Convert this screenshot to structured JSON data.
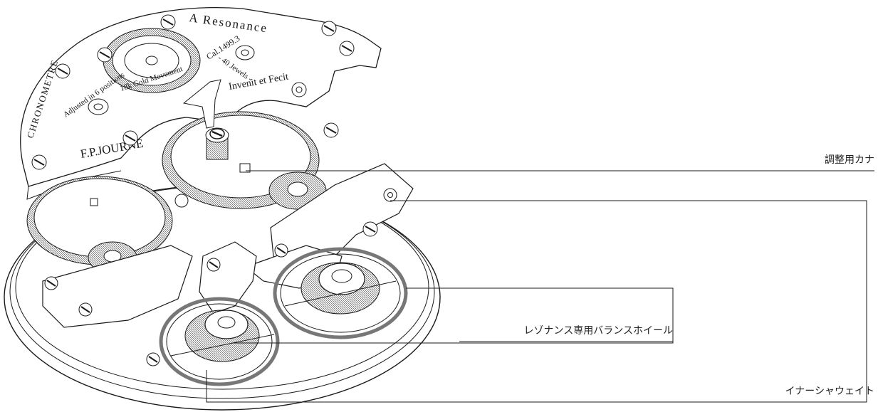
{
  "engravings": {
    "brand": "A Resonance",
    "calibre": "Cal.1499.3",
    "jewels": "- 40 Jewels -",
    "maker_motto": "Invenit et Fecit",
    "gold": "18k Gold Movement",
    "chronometre": "CHRONOMETRE",
    "adjusted": "Adjusted in 6 positions",
    "maker": "F.P.JOURNE"
  },
  "callouts": [
    {
      "id": "regulating-pinion",
      "label": "調整用カナ"
    },
    {
      "id": "resonance-balance-wheel",
      "label": "レゾナンス専用バランスホイール"
    },
    {
      "id": "inertia-weight",
      "label": "イナーシャウェイト"
    }
  ]
}
